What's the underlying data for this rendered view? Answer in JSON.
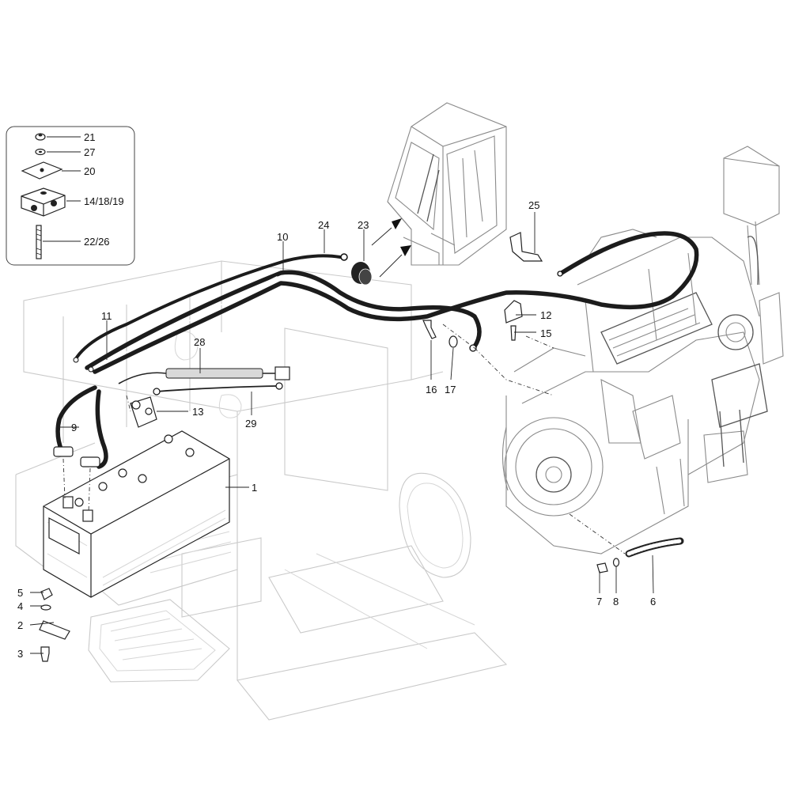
{
  "callouts": {
    "c1": "1",
    "c2": "2",
    "c3": "3",
    "c4": "4",
    "c5": "5",
    "c6": "6",
    "c7": "7",
    "c8": "8",
    "c9": "9",
    "c10": "10",
    "c11": "11",
    "c12": "12",
    "c13": "13",
    "c15": "15",
    "c16": "16",
    "c17": "17",
    "c23": "23",
    "c24": "24",
    "c25": "25",
    "c28": "28",
    "c29": "29"
  },
  "legend": {
    "items": [
      {
        "label": "21",
        "icon": "nut-icon"
      },
      {
        "label": "27",
        "icon": "washer-icon"
      },
      {
        "label": "20",
        "icon": "plate-icon"
      },
      {
        "label": "14/18/19",
        "icon": "clamp-block-icon"
      },
      {
        "label": "22/26",
        "icon": "stud-icon"
      }
    ]
  },
  "colors": {
    "cable": "#1c1c1c",
    "line": "#222222",
    "ghost": "#c9c9c9"
  }
}
